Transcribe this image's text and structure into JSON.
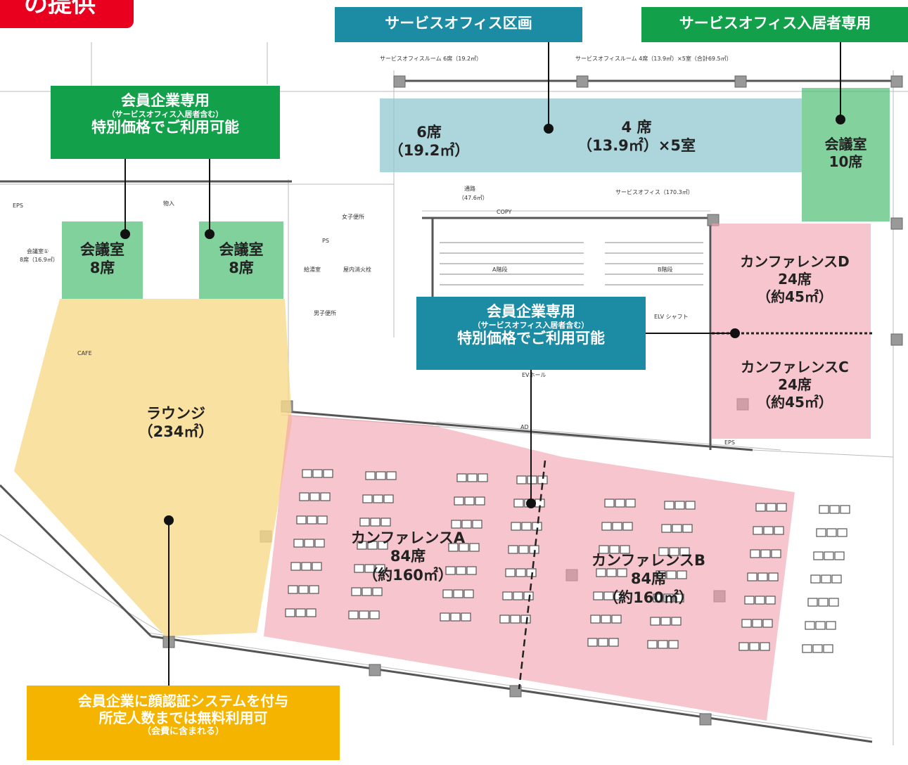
{
  "corner_tag": "の提供",
  "tags": {
    "service_office_zone": "サービスオフィス区画",
    "service_office_tenant": "サービスオフィス入居者専用",
    "member_left": {
      "line1": "会員企業専用",
      "line2": "（サービスオフィス入居者含む）",
      "line3": "特別価格でご利用可能"
    },
    "member_center": {
      "line1": "会員企業専用",
      "line2": "（サービスオフィス入居者含む）",
      "line3": "特別価格でご利用可能"
    },
    "face_auth": {
      "line1": "会員企業に顔認証システムを付与",
      "line2": "所定人数までは無料利用可",
      "line3": "（会費に含まれる）"
    }
  },
  "rooms": {
    "so6": {
      "l1": "6席",
      "l2": "（19.2㎡）"
    },
    "so4": {
      "l1": "4 席",
      "l2": "（13.9㎡）×5室"
    },
    "meeting10": {
      "l1": "会議室",
      "l2": "10席"
    },
    "meeting8a": {
      "l1": "会議室",
      "l2": "8席"
    },
    "meeting8b": {
      "l1": "会議室",
      "l2": "8席"
    },
    "lounge": {
      "l1": "ラウンジ",
      "l2": "（234㎡）"
    },
    "confD": {
      "l1": "カンファレンスD",
      "l2": "24席",
      "l3": "（約45㎡）"
    },
    "confC": {
      "l1": "カンファレンスC",
      "l2": "24席",
      "l3": "（約45㎡）"
    },
    "confA": {
      "l1": "カンファレンスA",
      "l2": "84席",
      "l3": "（約160㎡）"
    },
    "confB": {
      "l1": "カンファレンスB",
      "l2": "84席",
      "l3": "（約160㎡）"
    }
  },
  "plan_text": {
    "so_room6": "サービスオフィスルーム 6席（19.2㎡）",
    "so_room4": "サービスオフィスルーム 4席（13.9㎡）×5室（合計69.5㎡）",
    "corridor": "通路",
    "corridor_area": "（47.6㎡）",
    "so_total": "サービスオフィス（170.3㎡）",
    "copy": "COPY",
    "eps": "EPS",
    "womens_wc": "女子便所",
    "mens_wc": "男子便所",
    "kitchen": "給湯室",
    "hydrant": "屋内消火栓",
    "stair_a": "A階段",
    "stair_b": "B階段",
    "elv": "ELV シャフト",
    "elv_hall": "EVホール",
    "cafe": "CAFE",
    "meeting_small": "会議室①",
    "meeting_small_info": "8席（16.9㎡）",
    "ps": "PS",
    "ad": "AD",
    "carry_in": "物入"
  },
  "colors": {
    "red": "#e8001e",
    "teal": "#1c8ca4",
    "green": "#12a14a",
    "amber": "#f5b400",
    "lounge_fill": "#f8d98a",
    "pink_fill": "#f2a2ae",
    "teal_fill": "#8ec5cf",
    "green_fill": "#4fbf74"
  }
}
